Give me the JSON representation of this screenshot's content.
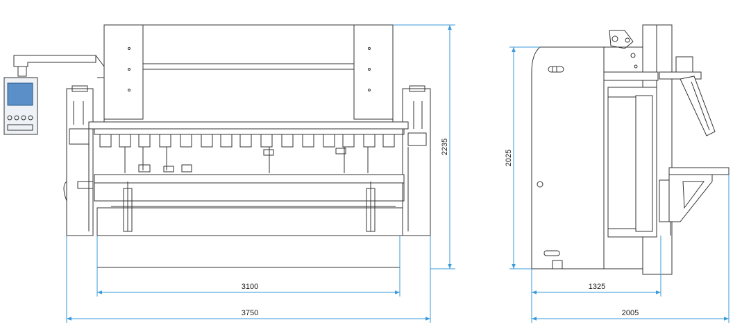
{
  "diagram": {
    "colors": {
      "outline": "#333333",
      "dimension": "#3a9ad9",
      "screen": "#5b8fc8",
      "background": "#ffffff"
    },
    "dimensions": {
      "front_width_inner": "3100",
      "front_width_total": "3750",
      "front_height": "2235",
      "side_height": "2025",
      "side_depth_inner": "1325",
      "side_depth_total": "2005"
    }
  }
}
